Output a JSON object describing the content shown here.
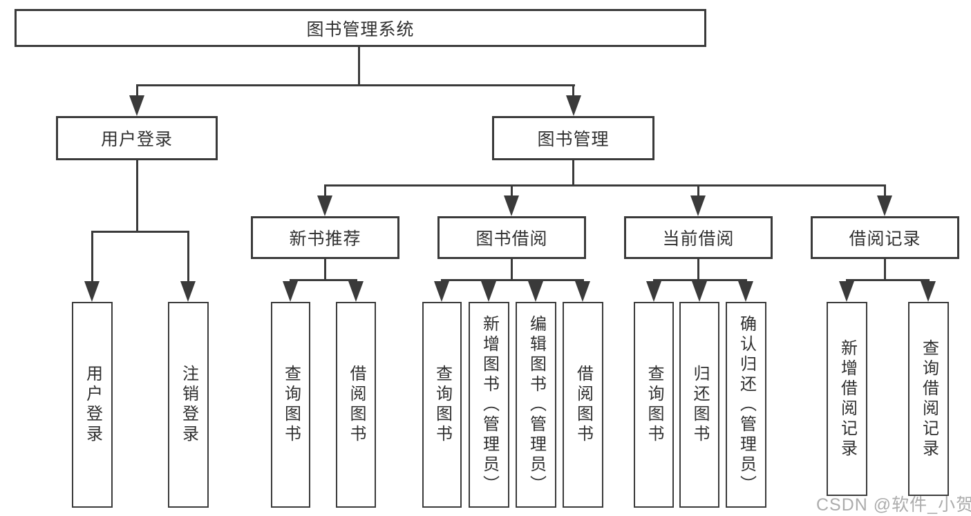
{
  "diagram": {
    "root": "图书管理系统",
    "level2": [
      {
        "label": "用户登录",
        "leaves": [
          "用户登录",
          "注销登录"
        ]
      },
      {
        "label": "图书管理",
        "sections": [
          {
            "label": "新书推荐",
            "leaves": [
              "查询图书",
              "借阅图书"
            ]
          },
          {
            "label": "图书借阅",
            "leaves": [
              "查询图书",
              "新增图书（管理员）",
              "编辑图书（管理员）",
              "借阅图书"
            ]
          },
          {
            "label": "当前借阅",
            "leaves": [
              "查询图书",
              "归还图书",
              "确认归还（管理员）"
            ]
          },
          {
            "label": "借阅记录",
            "leaves": [
              "新增借阅记录",
              "查询借阅记录"
            ]
          }
        ]
      }
    ]
  },
  "watermark": "CSDN @软件_小贺同学",
  "colors": {
    "line": "#3a3a3a",
    "text": "#2f2f2f",
    "watermark": "#9e9e9e",
    "background": "#ffffff"
  }
}
